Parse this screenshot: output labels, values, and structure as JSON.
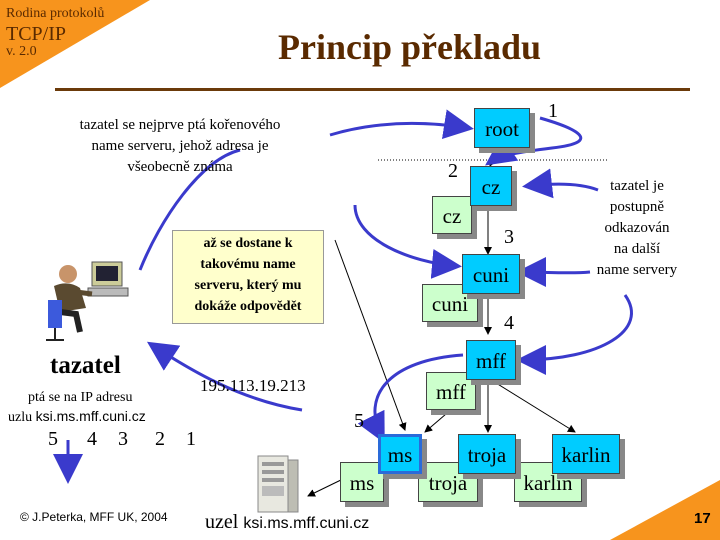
{
  "header": {
    "series": "Rodina protokolů",
    "protocol": "TCP/IP",
    "version": "v. 2.0",
    "title": "Princip překladu"
  },
  "notes": {
    "root_query": [
      "tazatel se nejprve ptá kořenového",
      "name serveru, jehož adresa je",
      "všeobecně známa"
    ],
    "referrals": [
      "tazatel je",
      "postupně",
      "odkazován",
      "na další",
      "name servery"
    ],
    "until": [
      "až se dostane k",
      "takovému name",
      "serveru, který mu",
      "dokáže odpovědět"
    ]
  },
  "tazatel": {
    "label": "tazatel",
    "asks_line1": "ptá se na IP adresu",
    "asks_prefix": "uzlu ",
    "asks_host": "ksi.ms.mff.cuni.cz",
    "steps": [
      "5",
      "4",
      "3",
      "2",
      "1"
    ]
  },
  "ip_address": "195.113.19.213",
  "nodes": {
    "root": "root",
    "cz_server": "cz",
    "cz_zone": "cz",
    "cuni_server": "cuni",
    "cuni_zone": "cuni",
    "mff_server": "mff",
    "mff_zone": "mff",
    "ms_server": "ms",
    "ms_zone": "ms",
    "troja_server": "troja",
    "troja_zone": "troja",
    "karlin_server": "karlin",
    "karlin_zone": "karlin"
  },
  "step_numbers": {
    "n1": "1",
    "n2": "2",
    "n3": "3",
    "n4": "4",
    "n5": "5"
  },
  "footer": {
    "copyright": "© J.Peterka, MFF UK, 2004",
    "host_prefix": "uzel ",
    "host_name": "ksi.ms.mff.cuni.cz",
    "page": "17"
  },
  "colors": {
    "accent": "#f7941d",
    "title": "#5a2a00",
    "arrow": "#3a3acc",
    "server": "#00ccff",
    "zone": "#ccffcc"
  }
}
